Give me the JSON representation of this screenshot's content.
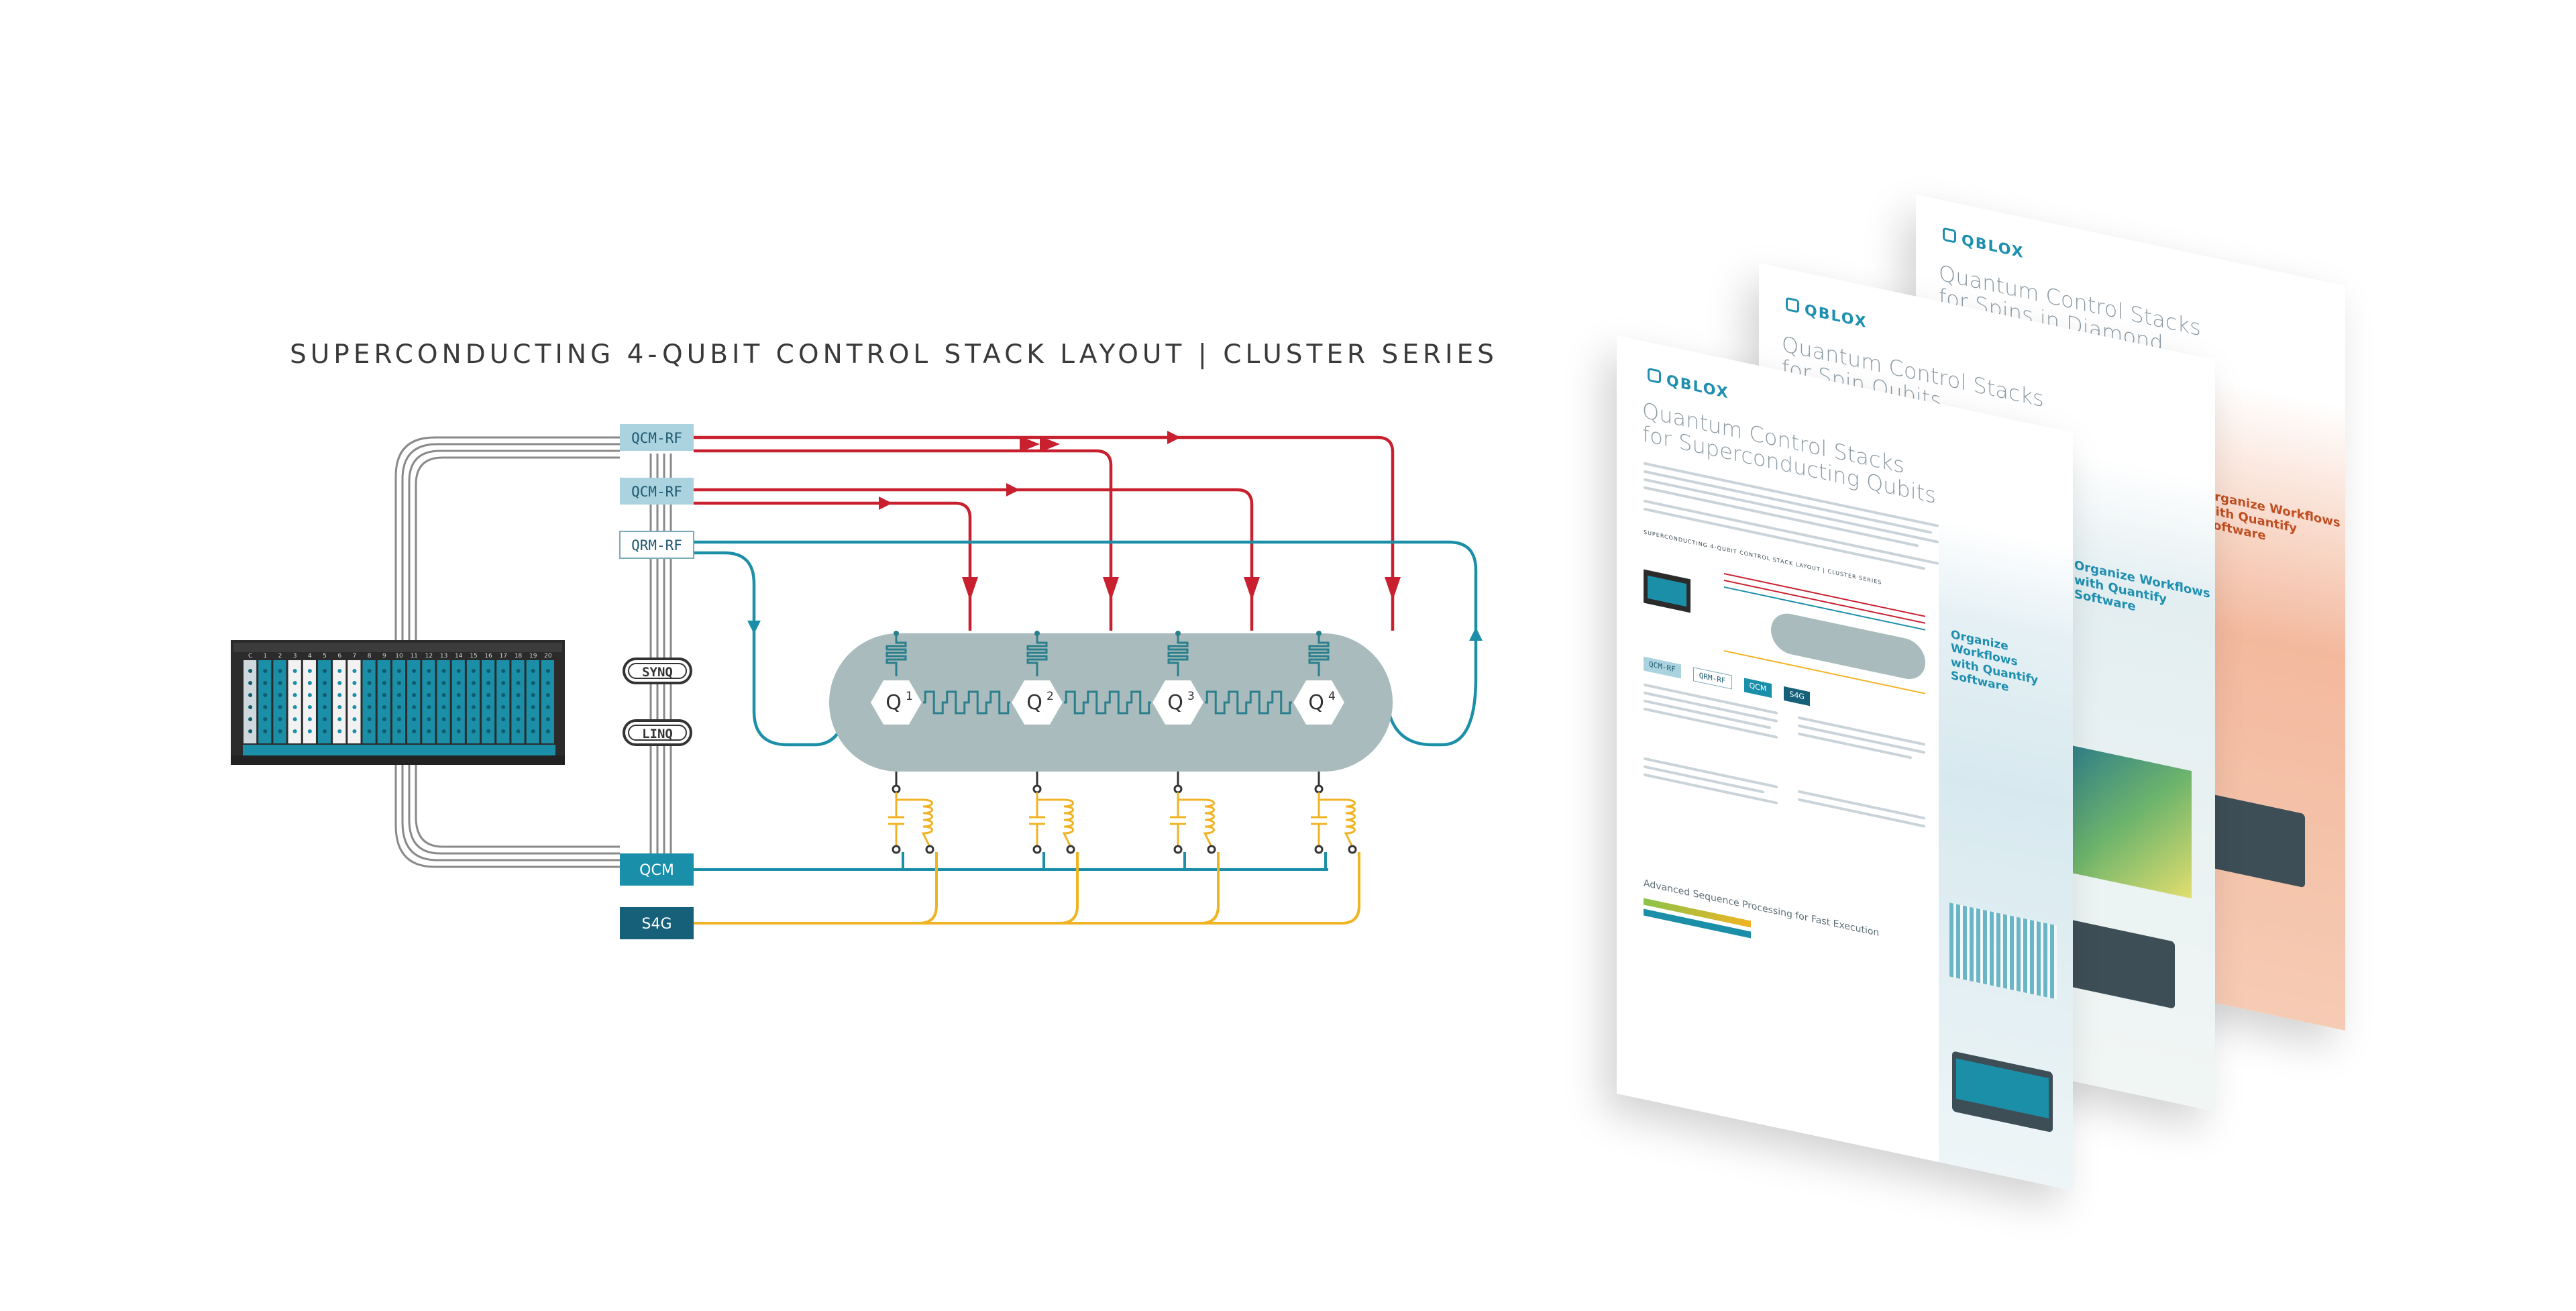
{
  "title": "SUPERCONDUCTING 4-QUBIT  CONTROL STACK LAYOUT  |  CLUSTER SERIES",
  "modules": {
    "qcm_rf_1": "QCM-RF",
    "qcm_rf_2": "QCM-RF",
    "qrm_rf": "QRM-RF",
    "synq": "SYNQ",
    "linq": "LINQ",
    "qcm": "QCM",
    "s4g": "S4G"
  },
  "qubits": [
    {
      "label": "Q",
      "sup": "1"
    },
    {
      "label": "Q",
      "sup": "2"
    },
    {
      "label": "Q",
      "sup": "3"
    },
    {
      "label": "Q",
      "sup": "4"
    }
  ],
  "cluster": {
    "slots": [
      "C",
      "1",
      "2",
      "3",
      "4",
      "5",
      "6",
      "7",
      "8",
      "9",
      "10",
      "11",
      "12",
      "13",
      "14",
      "15",
      "16",
      "17",
      "18",
      "19",
      "20"
    ]
  },
  "brochures": [
    {
      "logo": "QBLOX",
      "title_line1": "Quantum Control Stacks",
      "title_line2": "for Spins in Diamond",
      "side_heading_1": "Organize Workflows",
      "side_heading_2": "with Quantify Software"
    },
    {
      "logo": "QBLOX",
      "title_line1": "Quantum Control Stacks",
      "title_line2": "for Spin Qubits",
      "side_heading_1": "Organize Workflows",
      "side_heading_2": "with Quantify Software"
    },
    {
      "logo": "QBLOX",
      "title_line1": "Quantum Control Stacks",
      "title_line2": "for Superconducting Qubits",
      "side_heading_1": "Organize Workflows",
      "side_heading_2": "with Quantify Software",
      "mini_title": "SUPERCONDUCTING 4-QUBIT  CONTROL STACK LAYOUT  |  CLUSTER SERIES",
      "section_heading": "Advanced Sequence Processing for Fast Execution",
      "module_tags": [
        "QCM-RF",
        "QRM-RF",
        "QCM",
        "S4G"
      ]
    }
  ],
  "colors": {
    "rf_red": "#c8202f",
    "readout_teal": "#1b8fa8",
    "flux_yellow": "#f0b323",
    "chip_gray": "#9fb3b4",
    "light_module": "#aad3df",
    "dark_module": "#1a7f9c",
    "darker_module": "#16607a",
    "text_dark": "#3a3a3a"
  }
}
